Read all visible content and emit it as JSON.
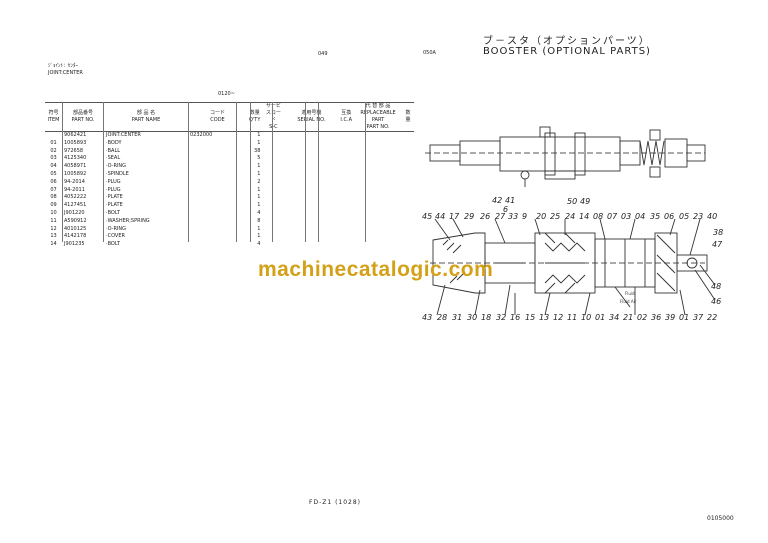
{
  "header": {
    "code_left": "049",
    "code_mid": "050A",
    "title_jp": "ブ－スタ（オプションパーツ）",
    "title_en": "BOOSTER (OPTIONAL PARTS)",
    "group_jp": "ｼﾞｮｲﾝﾄ：ｾﾝﾀｰ",
    "group_en": "JOINT:CENTER",
    "section_code": "0120~"
  },
  "table": {
    "headers": {
      "item_jp": "符号",
      "item_en": "ITEM",
      "part_no_jp": "部品番号",
      "part_no_en": "PART NO.",
      "part_name_jp": "部 品 名",
      "part_name_en": "PART NAME",
      "code_jp": "コード",
      "code_en": "CODE",
      "qty_jp": "数量",
      "qty_en": "Q'TY",
      "sc_jp": "サービスコード",
      "sc_en": "S-C",
      "serial_jp": "適用号機",
      "serial_en": "SERIAL NO.",
      "ica_jp": "互換",
      "ica_en": "I.C.A",
      "replaceable_jp": "代 替 部 品",
      "replaceable_en": "REPLACEABLE PART",
      "rep_partno_jp": "部品番号",
      "rep_partno_en": "PART NO.",
      "rep_qty": "数量"
    },
    "rows": [
      {
        "item": "",
        "part_no": "9062421",
        "name": "JOINT:CENTER",
        "code": "0232000",
        "qty": "1"
      },
      {
        "item": "01",
        "part_no": "1005893",
        "name": "·BODY",
        "code": "",
        "qty": "1"
      },
      {
        "item": "02",
        "part_no": "972658",
        "name": "·BALL",
        "code": "",
        "qty": "38"
      },
      {
        "item": "03",
        "part_no": "4125340",
        "name": "·SEAL",
        "code": "",
        "qty": "5"
      },
      {
        "item": "04",
        "part_no": "4058971",
        "name": "·O-RING",
        "code": "",
        "qty": "1"
      },
      {
        "item": "05",
        "part_no": "1005892",
        "name": "·SPINDLE",
        "code": "",
        "qty": "1"
      },
      {
        "item": "06",
        "part_no": "94-2014",
        "name": "·PLUG",
        "code": "",
        "qty": "2"
      },
      {
        "item": "07",
        "part_no": "94-2011",
        "name": "·PLUG",
        "code": "",
        "qty": "1"
      },
      {
        "item": "08",
        "part_no": "4052222",
        "name": "·PLATE",
        "code": "",
        "qty": "1"
      },
      {
        "item": "09",
        "part_no": "4127451",
        "name": "·PLATE",
        "code": "",
        "qty": "1"
      },
      {
        "item": "10",
        "part_no": "J901220",
        "name": "·BOLT",
        "code": "",
        "qty": "4"
      },
      {
        "item": "11",
        "part_no": "A590912",
        "name": "·WASHER;SPRING",
        "code": "",
        "qty": "8"
      },
      {
        "item": "12",
        "part_no": "4010125",
        "name": "·O-RING",
        "code": "",
        "qty": "1"
      },
      {
        "item": "13",
        "part_no": "4142178",
        "name": "·COVER",
        "code": "",
        "qty": "1"
      },
      {
        "item": "14",
        "part_no": "J901235",
        "name": "·BOLT",
        "code": "",
        "qty": "4"
      }
    ]
  },
  "diagram": {
    "callouts_top": [
      "45",
      "44",
      "17",
      "29",
      "26",
      "27",
      "33",
      "9",
      "20",
      "25",
      "24",
      "14",
      "08",
      "07",
      "03",
      "04",
      "35",
      "06",
      "05",
      "23",
      "40"
    ],
    "callouts_right": [
      "38",
      "47",
      "48",
      "46"
    ],
    "callouts_bottom": [
      "43",
      "28",
      "31",
      "30",
      "18",
      "32",
      "16",
      "15",
      "13",
      "12",
      "11",
      "10",
      "01",
      "34",
      "21",
      "02",
      "36",
      "39",
      "01",
      "37",
      "22"
    ],
    "callouts_upper": [
      "42",
      "41",
      "50",
      "49"
    ],
    "callout_flow": "6",
    "label_left": "Fluid",
    "label_right": "Fluid Air"
  },
  "footer": {
    "page_ref": "FD-Z1 (1028)",
    "page_code": "0105000"
  },
  "watermark": "machinecatalogic.com",
  "colors": {
    "watermark": "#d4a017",
    "line": "#444444"
  }
}
